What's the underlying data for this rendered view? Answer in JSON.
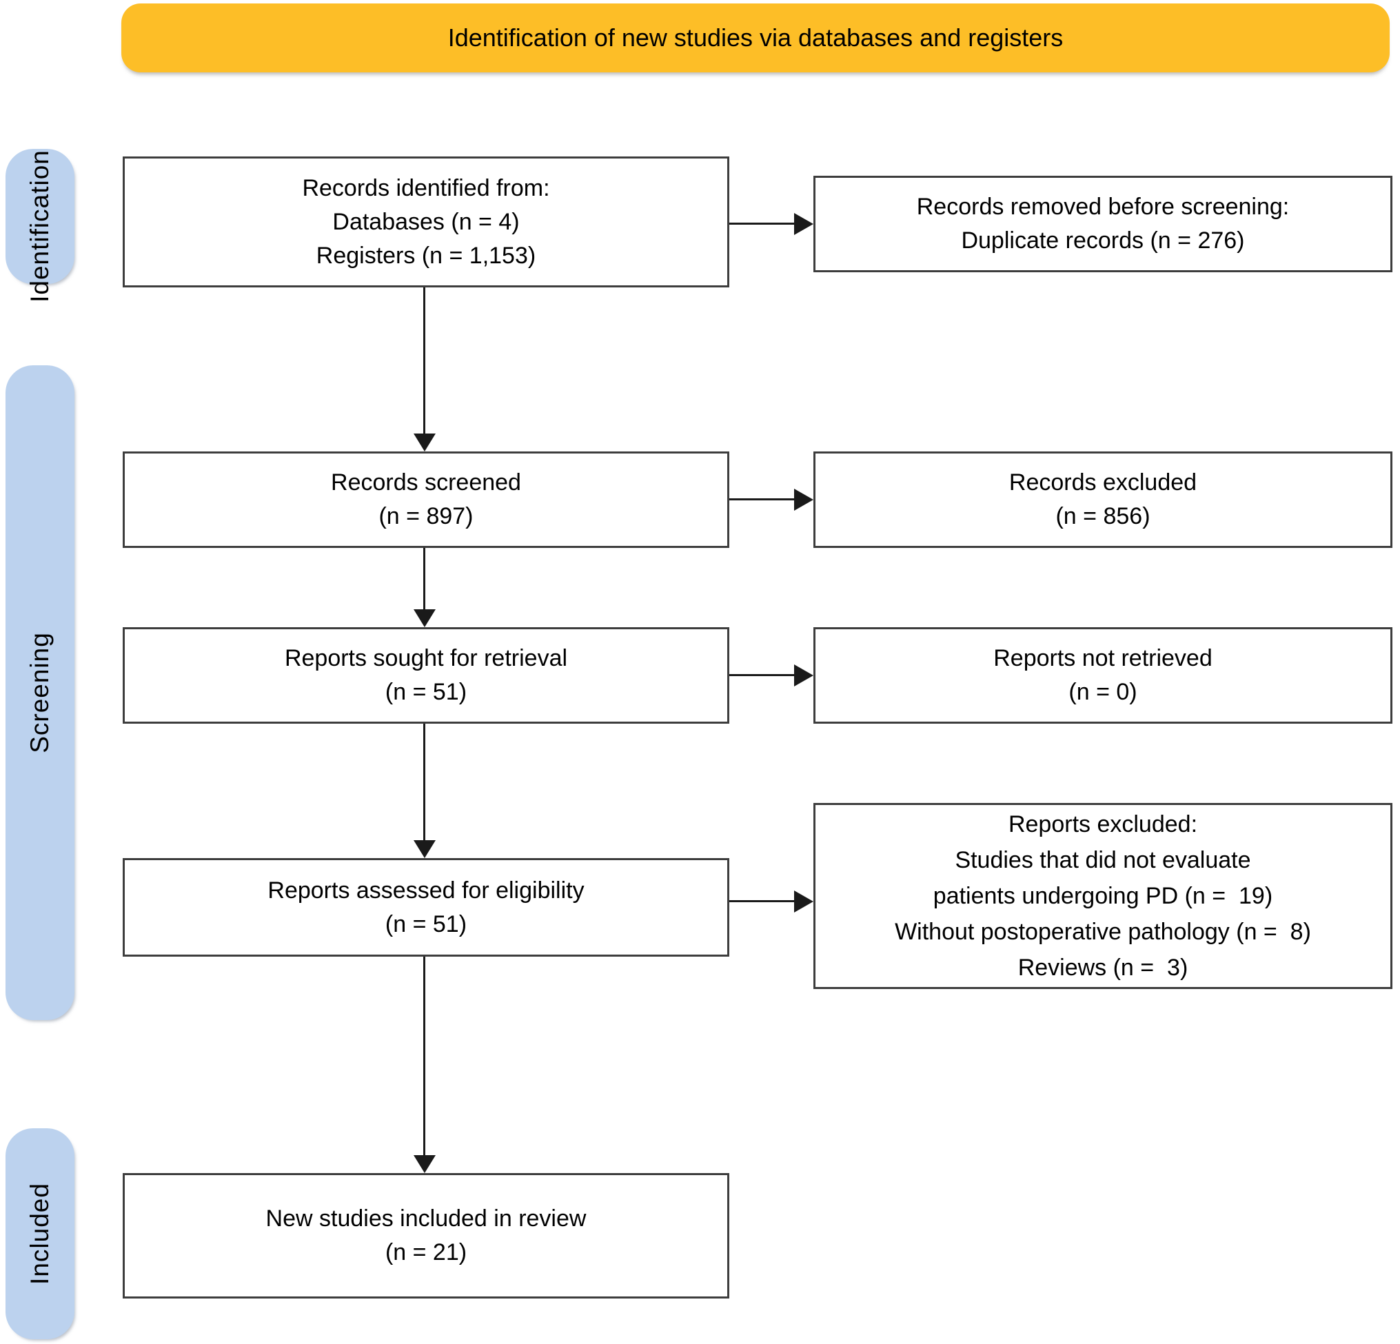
{
  "colors": {
    "banner_bg": "#FDBE27",
    "stage_bg": "#BCD2EE",
    "box_border": "#3d3d3d",
    "arrow": "#1a1a1a"
  },
  "banner": {
    "title": "Identification of new studies via databases and registers"
  },
  "stages": [
    {
      "label": "Identification"
    },
    {
      "label": "Screening"
    },
    {
      "label": "Included"
    }
  ],
  "boxes": {
    "records_identified": {
      "text": "Records identified from:\nDatabases (n = 4)\nRegisters (n = 1,153)"
    },
    "records_removed": {
      "text": "Records removed before screening:\nDuplicate records (n = 276)"
    },
    "records_screened": {
      "text": "Records screened\n(n = 897)"
    },
    "records_excluded": {
      "text": "Records excluded\n(n = 856)"
    },
    "reports_sought": {
      "text": "Reports sought for retrieval\n(n = 51)"
    },
    "reports_not_retrieved": {
      "text": "Reports not retrieved\n(n = 0)"
    },
    "reports_assessed": {
      "text": "Reports assessed for eligibility\n(n = 51)"
    },
    "reports_excluded": {
      "text": "Reports excluded:\nStudies that did not evaluate\npatients undergoing PD (n =  19)\nWithout postoperative pathology (n =  8)\nReviews (n =  3)"
    },
    "new_studies_included": {
      "text": "New studies included in review\n(n = 21)"
    }
  }
}
